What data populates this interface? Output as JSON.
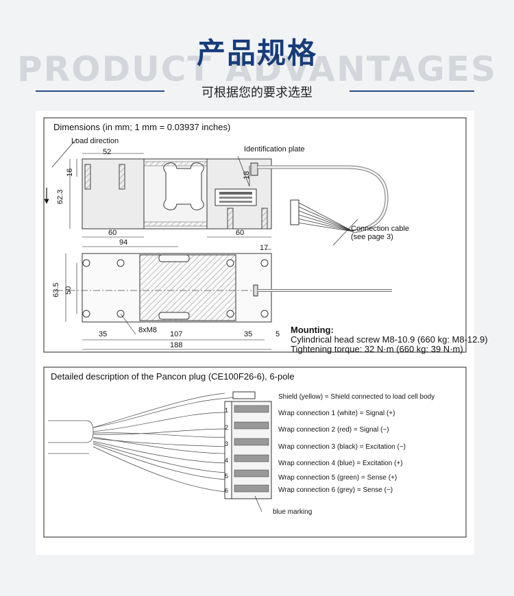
{
  "header": {
    "bg_word": "PRODUCT ADVANTAGES",
    "title": "产品规格",
    "subtitle": "可根据您的要求选型",
    "accent_color": "#163d7a"
  },
  "dimensions": {
    "heading": "Dimensions (in mm; 1 mm = 0.03937 inches)",
    "load_direction": "Load direction",
    "identification_plate": "Identification plate",
    "connection_cable": "Connection cable",
    "see_page": "(see page 3)",
    "d52": "52",
    "d16": "16",
    "d62_3": "62.3",
    "d18": "18",
    "d60a": "60",
    "d94": "94",
    "d60b": "60",
    "d17": "17",
    "d63_5": "63.5",
    "d50": "50",
    "d8xM8": "8xM8",
    "d35a": "35",
    "d107": "107",
    "d35b": "35",
    "d5": "5",
    "d188": "188",
    "mounting_title": "Mounting:",
    "mounting_line1": "Cylindrical head screw M8-10.9 (660 kg: M8-12.9)",
    "mounting_line2": "Tightening torque: 32 N·m (660 kg: 39 N·m)"
  },
  "plug": {
    "heading": "Detailed description of the Pancon plug (CE100F26-6), 6-pole",
    "shield": "Shield (yellow) = Shield connected to load cell body",
    "wires": [
      {
        "pin": "1",
        "label": "Wrap connection 1 (white) = Signal (+)"
      },
      {
        "pin": "2",
        "label": "Wrap connection 2 (red) = Signal (−)"
      },
      {
        "pin": "3",
        "label": "Wrap connection 3 (black) = Excitation (−)"
      },
      {
        "pin": "4",
        "label": "Wrap connection 4 (blue) = Excitation (+)"
      },
      {
        "pin": "5",
        "label": "Wrap connection 5 (green) = Sense (+)"
      },
      {
        "pin": "6",
        "label": "Wrap connection 6 (grey) = Sense (−)"
      }
    ],
    "blue_marking": "blue marking"
  }
}
